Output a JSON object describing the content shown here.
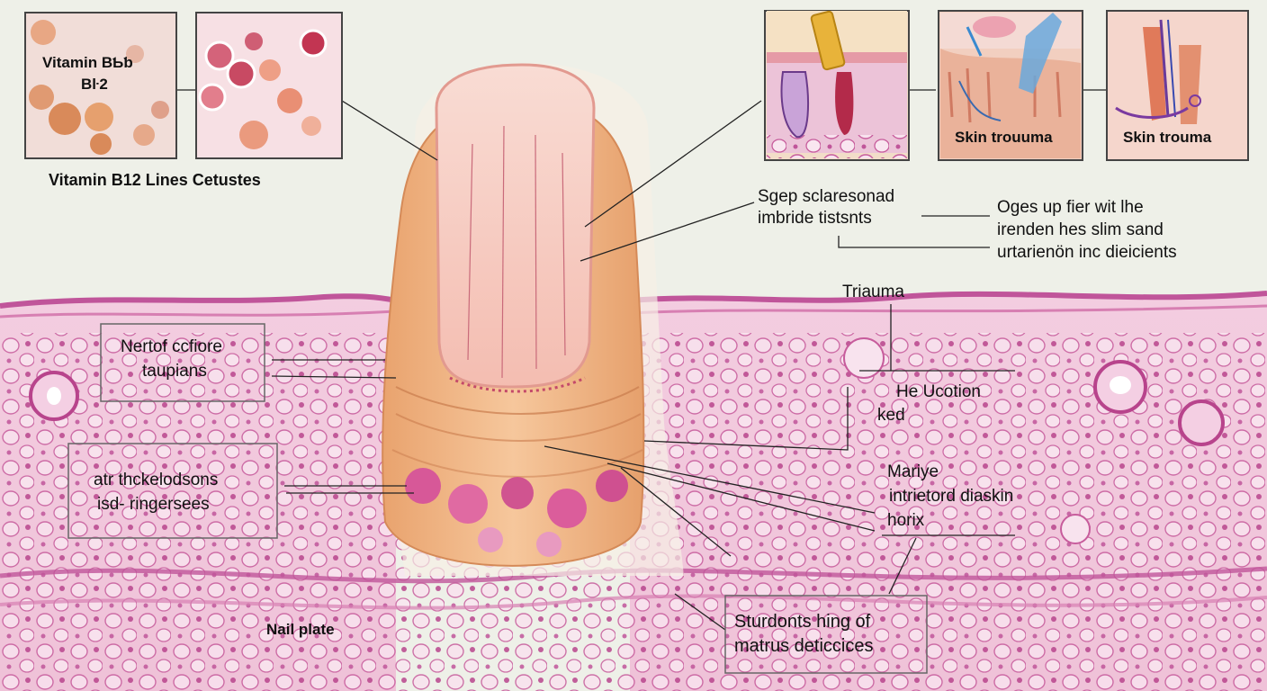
{
  "insets_left": {
    "inset1_text_a": "Vitamin BƄƅ",
    "inset1_text_b": "Bŀ2",
    "caption": "Vitamin B12  Lines Cetustes"
  },
  "insets_right": {
    "inset2_caption": "Skin trouuma",
    "inset3_caption": "Skin trouma"
  },
  "labels": {
    "top_right_a_line1": "Sgep sclaresonad",
    "top_right_a_line2": "imbride tistsnts",
    "top_right_b_line1": "Oges up fier wit lhe",
    "top_right_b_line2": "irenden hes slim sand",
    "top_right_b_line3": "urtarienön inc dieicients",
    "trauma": "Triauma",
    "he_ucotion_line1": "He Ucotion",
    "he_ucotion_line2": "ked",
    "mariye_line1": "Mariye",
    "mariye_line2": "intrietord diaskin",
    "mariye_line3": "horix",
    "nertof_line1": "Nertof ccfiore",
    "nertof_line2": "taupians",
    "atr_line1": "atr thckelodsons",
    "atr_line2": "isd- ringersees",
    "nail_plate": "Nail plate",
    "sturdonts_line1": "Sturdonts hing of",
    "sturdonts_line2": "matrus deticcices"
  },
  "colors": {
    "background": "#eef0e8",
    "tissue_pink": "#f2c6dc",
    "cell_magenta": "#c44a98",
    "nail_peach": "#f2b98e",
    "nail_plate": "#f7cfc4"
  }
}
